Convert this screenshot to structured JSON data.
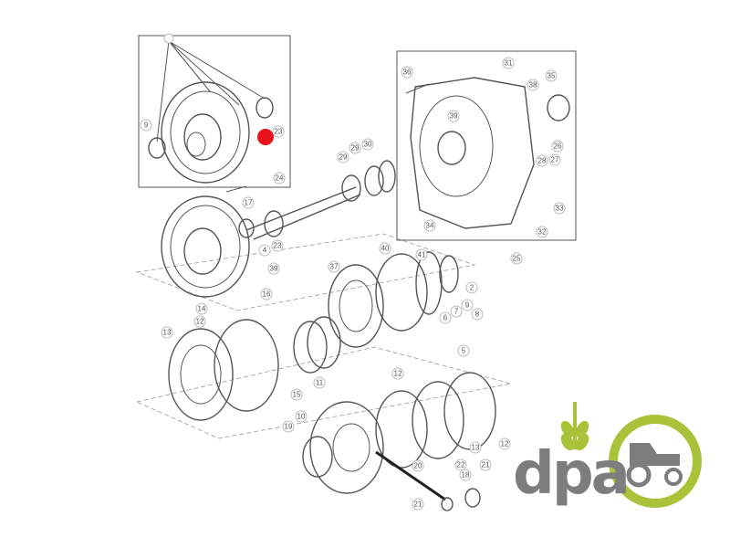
{
  "diagram": {
    "title": "Transmission clutch assembly exploded parts diagram",
    "highlight_color": "#e8141c",
    "highlighted_part": "23",
    "callouts": {
      "top_box": [
        "",
        "9",
        "23"
      ],
      "shaft": [
        "29",
        "29",
        "30",
        "24",
        "17",
        "23",
        "4",
        "39"
      ],
      "housing": [
        "36",
        "31",
        "35",
        "38",
        "39",
        "26",
        "28",
        "27",
        "33",
        "32",
        "34",
        "25"
      ],
      "clutch_upper": [
        "40",
        "41",
        "37",
        "2",
        "9",
        "6",
        "7",
        "8",
        "5",
        "16",
        "14",
        "12",
        "13",
        "11",
        "15"
      ],
      "clutch_lower": [
        "12",
        "12",
        "13",
        "10",
        "19",
        "20",
        "22",
        "18",
        "21",
        "21"
      ]
    }
  },
  "logo": {
    "text": "dpa",
    "text_color": "#7d7d7d",
    "accent_color": "#a8c33a"
  }
}
